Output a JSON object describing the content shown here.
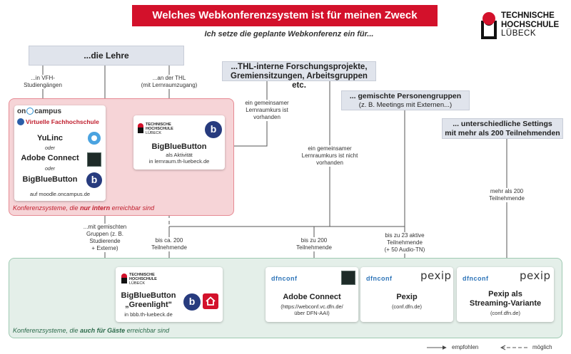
{
  "header": {
    "title": "Welches Webkonferenzsystem ist für meinen Zweck geeignet?",
    "subtitle": "Ich setze die geplante Webkonferenz ein für...",
    "logo_line1": "TECHNISCHE",
    "logo_line2": "HOCHSCHULE",
    "logo_line3": "LÜBECK"
  },
  "purposes": {
    "lehre": "...die Lehre",
    "intern_line1": "...THL-interne Forschungsprojekte,",
    "intern_line2": "Gremiensitzungen, Arbeitsgruppen etc.",
    "gemischt_line1": "... gemischte Personengruppen",
    "gemischt_line2": "(z. B. Meetings mit Externen...)",
    "settings_line1": "... unterschiedliche Settings",
    "settings_line2": "mit mehr als 200 Teilnehmenden"
  },
  "edge_labels": {
    "vfh_1": "...in VFH-",
    "vfh_2": "Studiengängen",
    "thl_1": "...an der THL",
    "thl_2": "(mit Lernraumzugang)",
    "kurs_1": "ein gemeinsamer",
    "kurs_2": "Lernraumkurs ist",
    "kurs_3": "vorhanden",
    "nokurs_1": "ein gemeinsamer",
    "nokurs_2": "Lernraumkurs ist nicht",
    "nokurs_3": "vorhanden",
    "gemischt_1": "...mit gemischten",
    "gemischt_2": "Gruppen (z. B.",
    "gemischt_3": "Studierende",
    "gemischt_4": "+ Externe)",
    "ca200_1": "bis ca. 200",
    "ca200_2": "Teilnehmende",
    "b200_1": "bis zu 200",
    "b200_2": "Teilnehmende",
    "b23_1": "bis zu 23 aktive",
    "b23_2": "Teilnehmende",
    "b23_3": "(+ 50 Audio-TN)",
    "m200_1": "mehr als 200",
    "m200_2": "Teilnehmende"
  },
  "oncampus": {
    "brand_prefix": "on",
    "brand_suffix": "campus",
    "vfh": "Virtuelle Fachhochschule",
    "yulinc": "YuLinc",
    "oder1": "oder",
    "adobe": "Adobe Connect",
    "oder2": "oder",
    "bbb": "BigBlueButton",
    "url": "auf moodle.oncampus.de"
  },
  "thl_bbb": {
    "name": "BigBlueButton",
    "sub1": "als Aktivität",
    "sub2": "in lernraum.th-luebeck.de",
    "mini_logo_1": "TECHNISCHE",
    "mini_logo_2": "HOCHSCHULE",
    "mini_logo_3": "LÜBECK"
  },
  "zones": {
    "intern_prefix": "Konferenzsysteme, die ",
    "intern_bold": "nur intern",
    "intern_suffix": " erreichbar sind",
    "gast_prefix": "Konferenzsysteme, die ",
    "gast_bold": "auch für Gäste",
    "gast_suffix": " erreichbar sind"
  },
  "results": {
    "greenlight_1": "BigBlueButton",
    "greenlight_2": "„Greenlight\"",
    "greenlight_url": "in bbb.th-luebeck.de",
    "gl_logo_1": "TECHNISCHE",
    "gl_logo_2": "HOCHSCHULE",
    "gl_logo_3": "LÜBECK",
    "adobe_name": "Adobe Connect",
    "adobe_url1": "(https://webconf.vc.dfn.de/",
    "adobe_url2": "über DFN-AAI)",
    "pexip_name": "Pexip",
    "pexip_url": "(conf.dfn.de)",
    "pexip2_name1": "Pexip als",
    "pexip2_name2": "Streaming-Variante",
    "pexip2_url": "(conf.dfn.de)",
    "dfnconf": "dfnconf",
    "pexip_logo": "pexip"
  },
  "legend": {
    "recommended": "empfohlen",
    "possible": "möglich"
  },
  "colors": {
    "brand_red": "#d3112b",
    "bbb_blue": "#273b7e",
    "dfn_blue": "#2d74b8"
  }
}
